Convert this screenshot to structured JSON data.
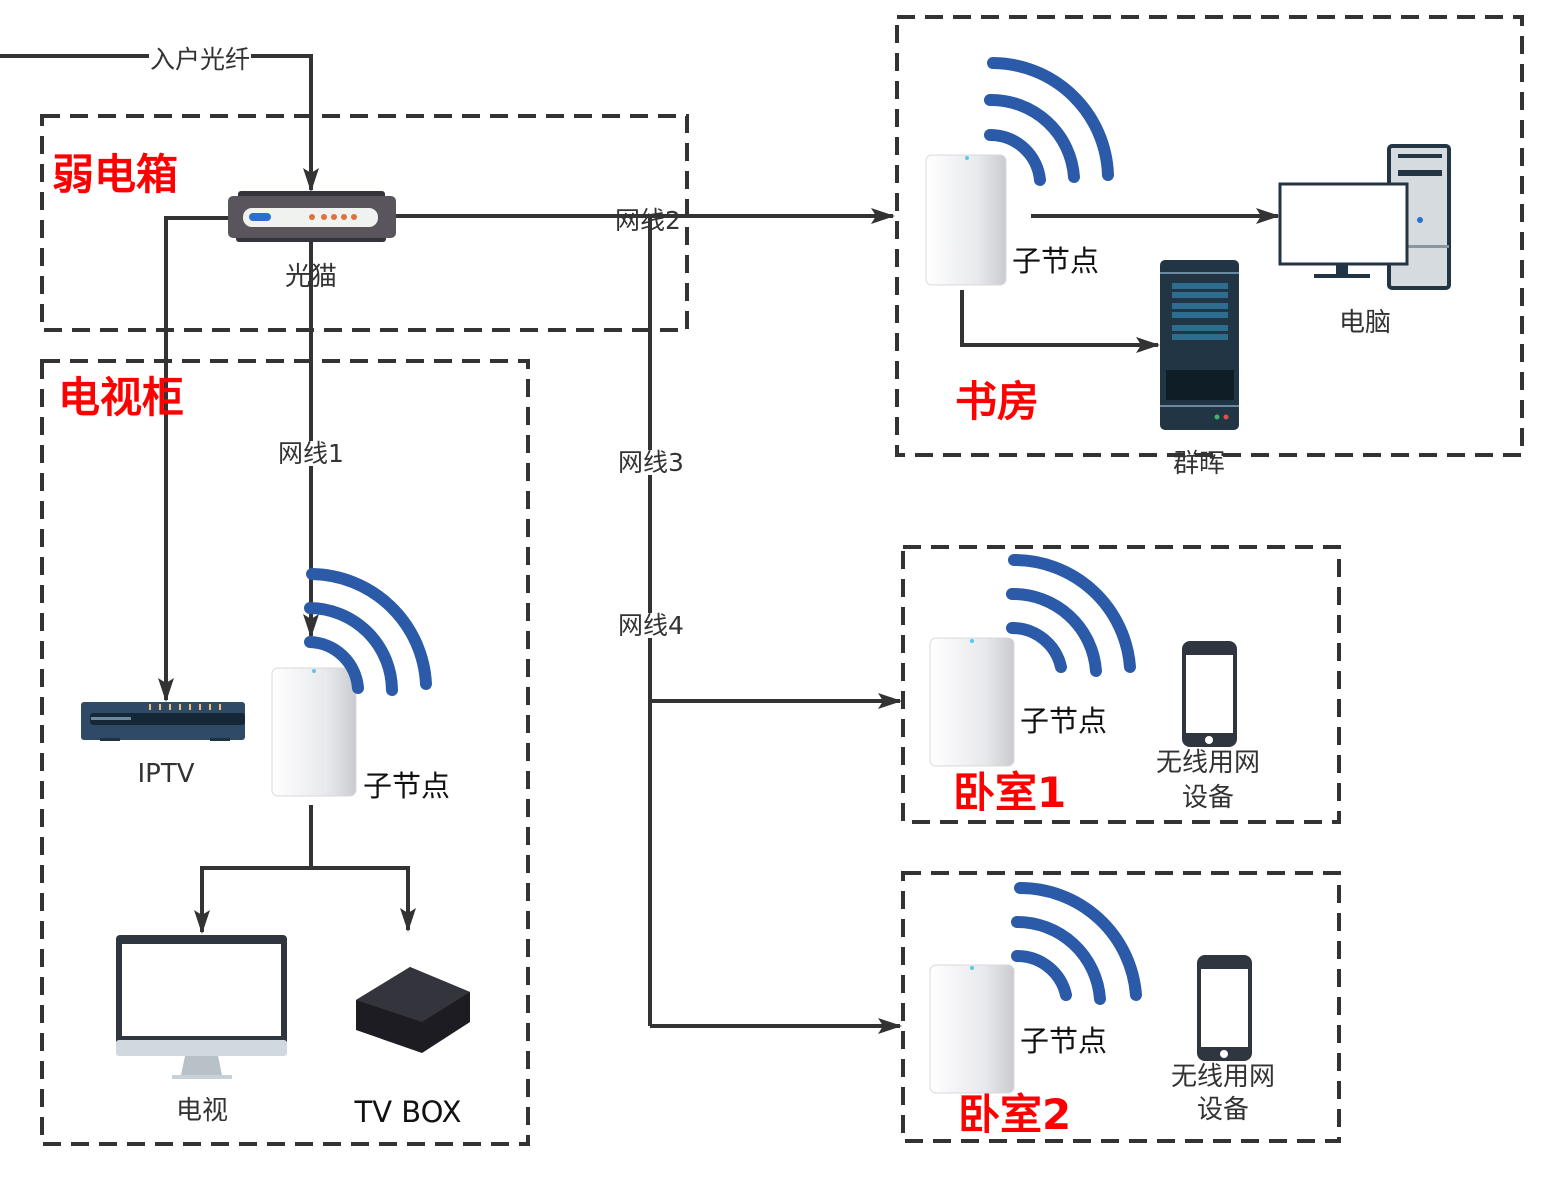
{
  "diagram": {
    "colors": {
      "zone_title": "#ff0000",
      "line": "#333333",
      "wifi": "#2b5aa8",
      "modem_body": "#5a545c",
      "modem_led": "#e07040",
      "device_dark": "#223544"
    },
    "incoming": {
      "label": "入户光纤"
    },
    "zones": {
      "weak_box": {
        "title": "弱电箱",
        "modem_label": "光猫"
      },
      "tv_cabinet": {
        "title": "电视柜",
        "iptv_label": "IPTV",
        "node_label": "子节点",
        "tv_label": "电视",
        "tvbox_label": "TV BOX"
      },
      "study": {
        "title": "书房",
        "node_label": "子节点",
        "pc_label": "电脑",
        "nas_label": "群晖"
      },
      "bedroom1": {
        "title": "卧室1",
        "node_label": "子节点",
        "device_label_line1": "无线用网",
        "device_label_line2": "设备"
      },
      "bedroom2": {
        "title": "卧室2",
        "node_label": "子节点",
        "device_label_line1": "无线用网",
        "device_label_line2": "设备"
      }
    },
    "cables": [
      {
        "label": "网线1"
      },
      {
        "label": "网线2"
      },
      {
        "label": "网线3"
      },
      {
        "label": "网线4"
      }
    ]
  }
}
